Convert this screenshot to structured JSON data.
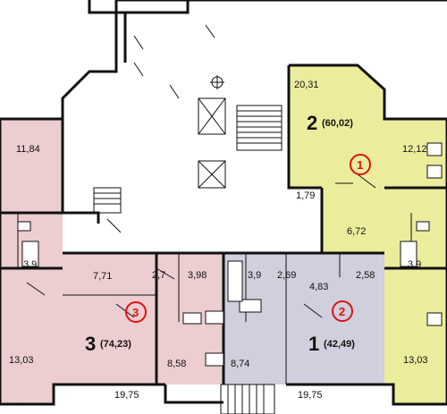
{
  "apartments": [
    {
      "number": "1",
      "total_area": "(42,49)",
      "marker": "2",
      "color": "#cfcfdd"
    },
    {
      "number": "2",
      "total_area": "(60,02)",
      "marker": "1",
      "color": "#ecec9d"
    },
    {
      "number": "3",
      "total_area": "(74,23)",
      "marker": "3",
      "color": "#eccdd0"
    }
  ],
  "rooms": {
    "apt2_top": "20,31",
    "apt2_right": "12,12",
    "apt2_bath": "1,79",
    "apt2_hall": "6,72",
    "apt2_wc": "3,9",
    "apt2_bottom": "13,03",
    "apt3_topleft": "11,84",
    "apt3_wc": "3,9",
    "apt3_hall": "7,71",
    "apt3_bottom": "13,03",
    "apt3_room": "19,75",
    "apt3_bath": "2,7",
    "apt3_kitchen": "3,98",
    "apt3_small": "8,58",
    "apt1_bath": "3,9",
    "apt1_wc": "2,69",
    "apt1_hall": "4,83",
    "apt1_store": "2,58",
    "apt1_kitchen": "8,74",
    "apt1_room": "19,75"
  }
}
